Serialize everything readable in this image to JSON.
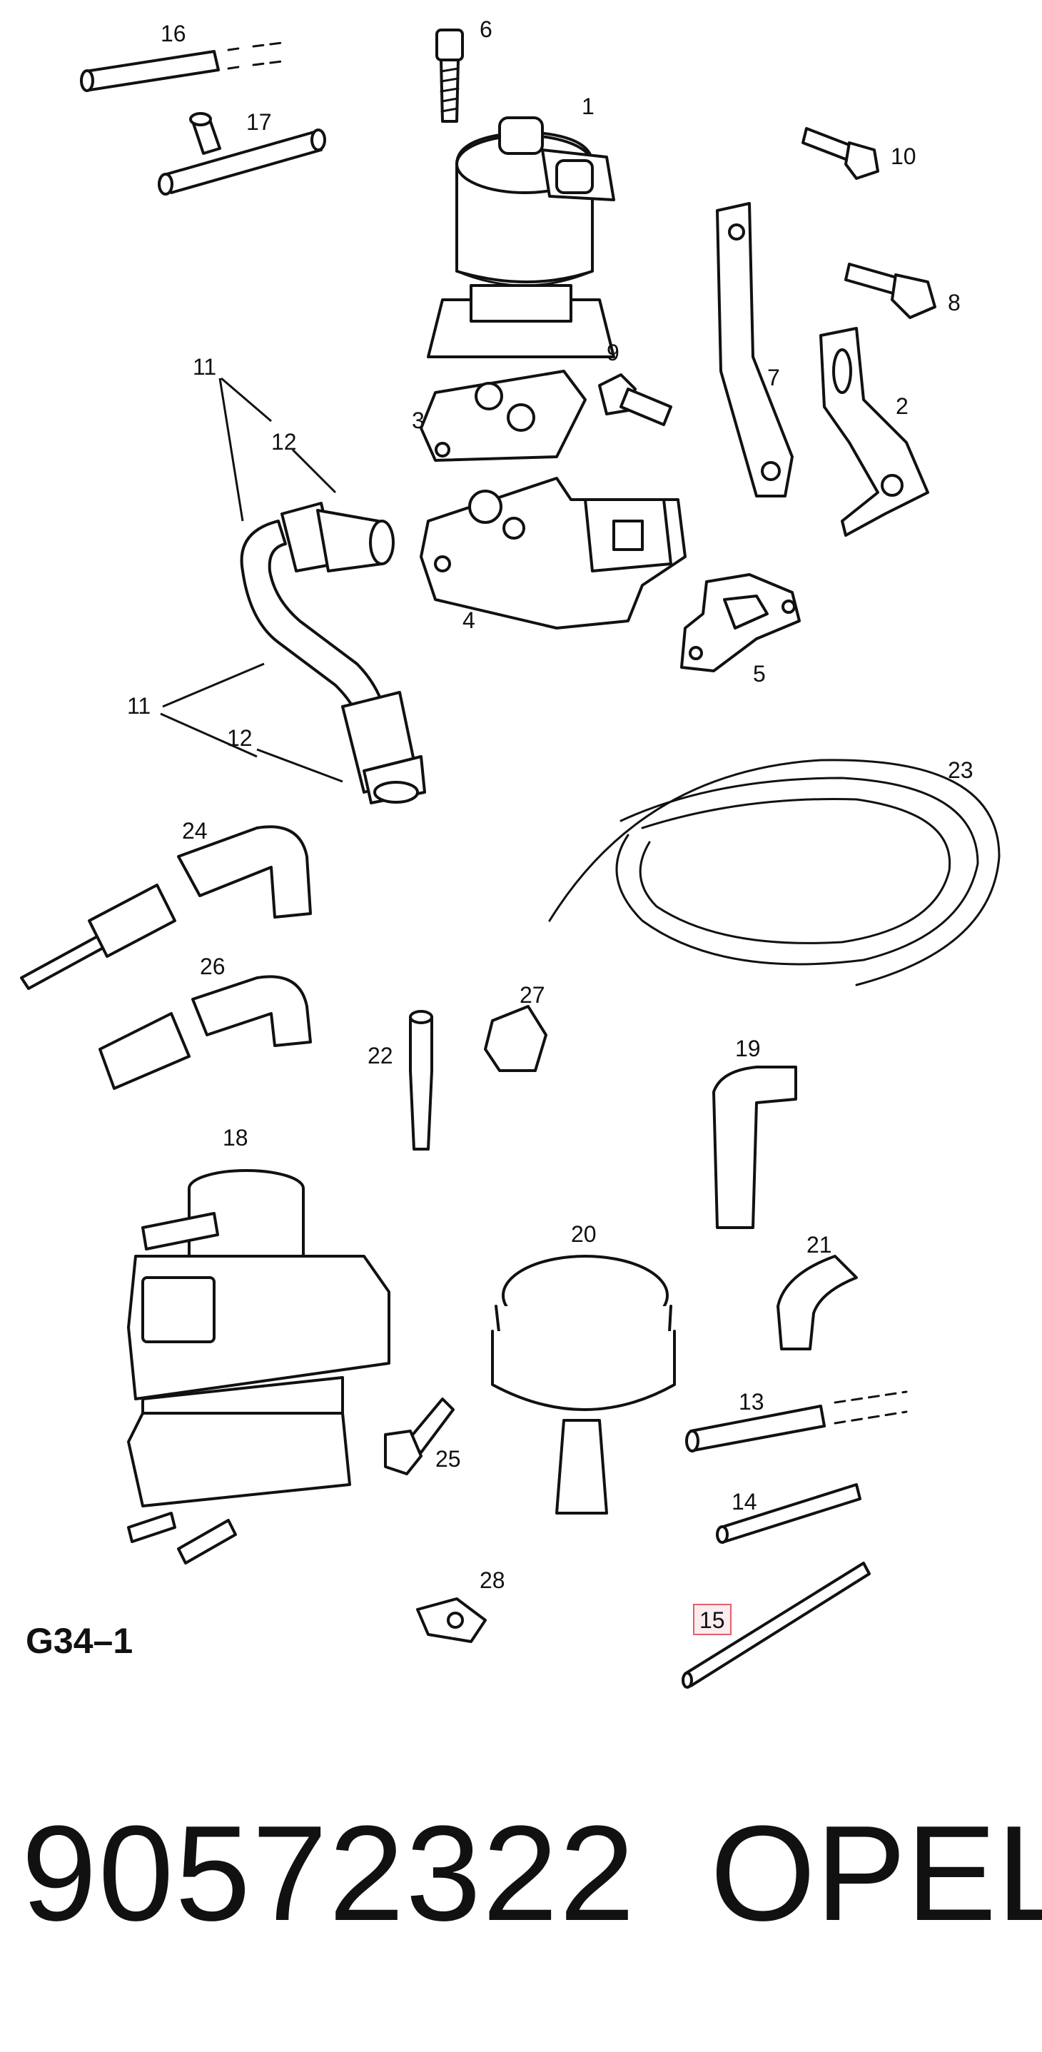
{
  "diagram_code": "G34–1",
  "part_number": "90572322",
  "brand": "OPEL",
  "highlight_color": "#e06070",
  "highlighted_callout": "15",
  "callouts": {
    "c1": "1",
    "c2": "2",
    "c3": "3",
    "c4": "4",
    "c5": "5",
    "c6": "6",
    "c7": "7",
    "c8": "8",
    "c9": "9",
    "c10": "10",
    "c11a": "11",
    "c11b": "11",
    "c12a": "12",
    "c12b": "12",
    "c13": "13",
    "c14": "14",
    "c15": "15",
    "c16": "16",
    "c17": "17",
    "c18": "18",
    "c19": "19",
    "c20": "20",
    "c21": "21",
    "c22": "22",
    "c23": "23",
    "c24": "24",
    "c25": "25",
    "c26": "26",
    "c27": "27",
    "c28": "28"
  }
}
